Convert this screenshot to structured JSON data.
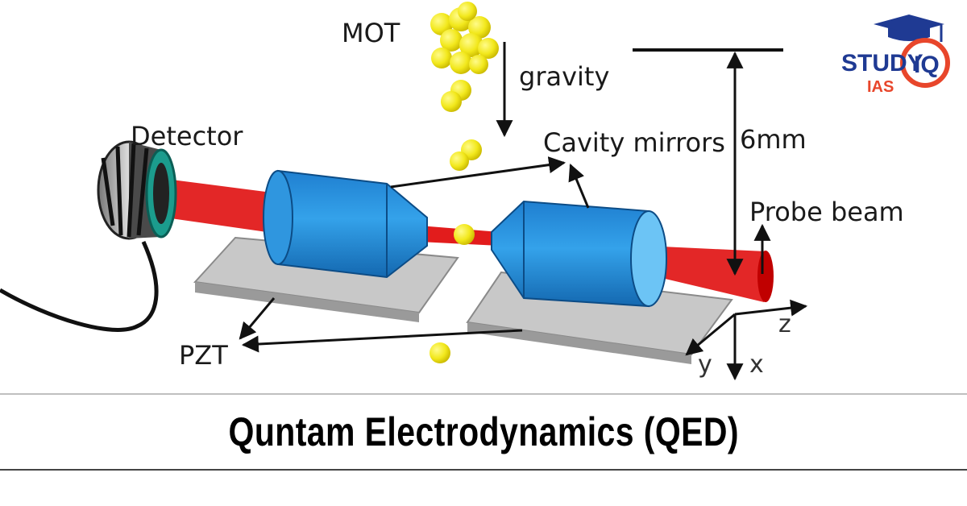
{
  "title": "Quntam Electrodynamics (QED)",
  "logo": {
    "brand": "STUDY",
    "mark": "IQ",
    "sub": "IAS",
    "icon": "graduation-cap-icon",
    "colors": {
      "primary": "#1f3a93",
      "accent": "#e8462b"
    }
  },
  "diagram": {
    "labels": {
      "mot": "MOT",
      "gravity": "gravity",
      "detector": "Detector",
      "cavity_mirrors": "Cavity mirrors",
      "distance": "6mm",
      "probe_beam": "Probe beam",
      "pzt": "PZT"
    },
    "axes": {
      "z": "z",
      "y": "y",
      "x": "x"
    },
    "colors": {
      "atoms": "#f2e81c",
      "mirrors": "#2a8fd8",
      "beam": "#e01010",
      "plates": "#c8c8c8"
    }
  }
}
